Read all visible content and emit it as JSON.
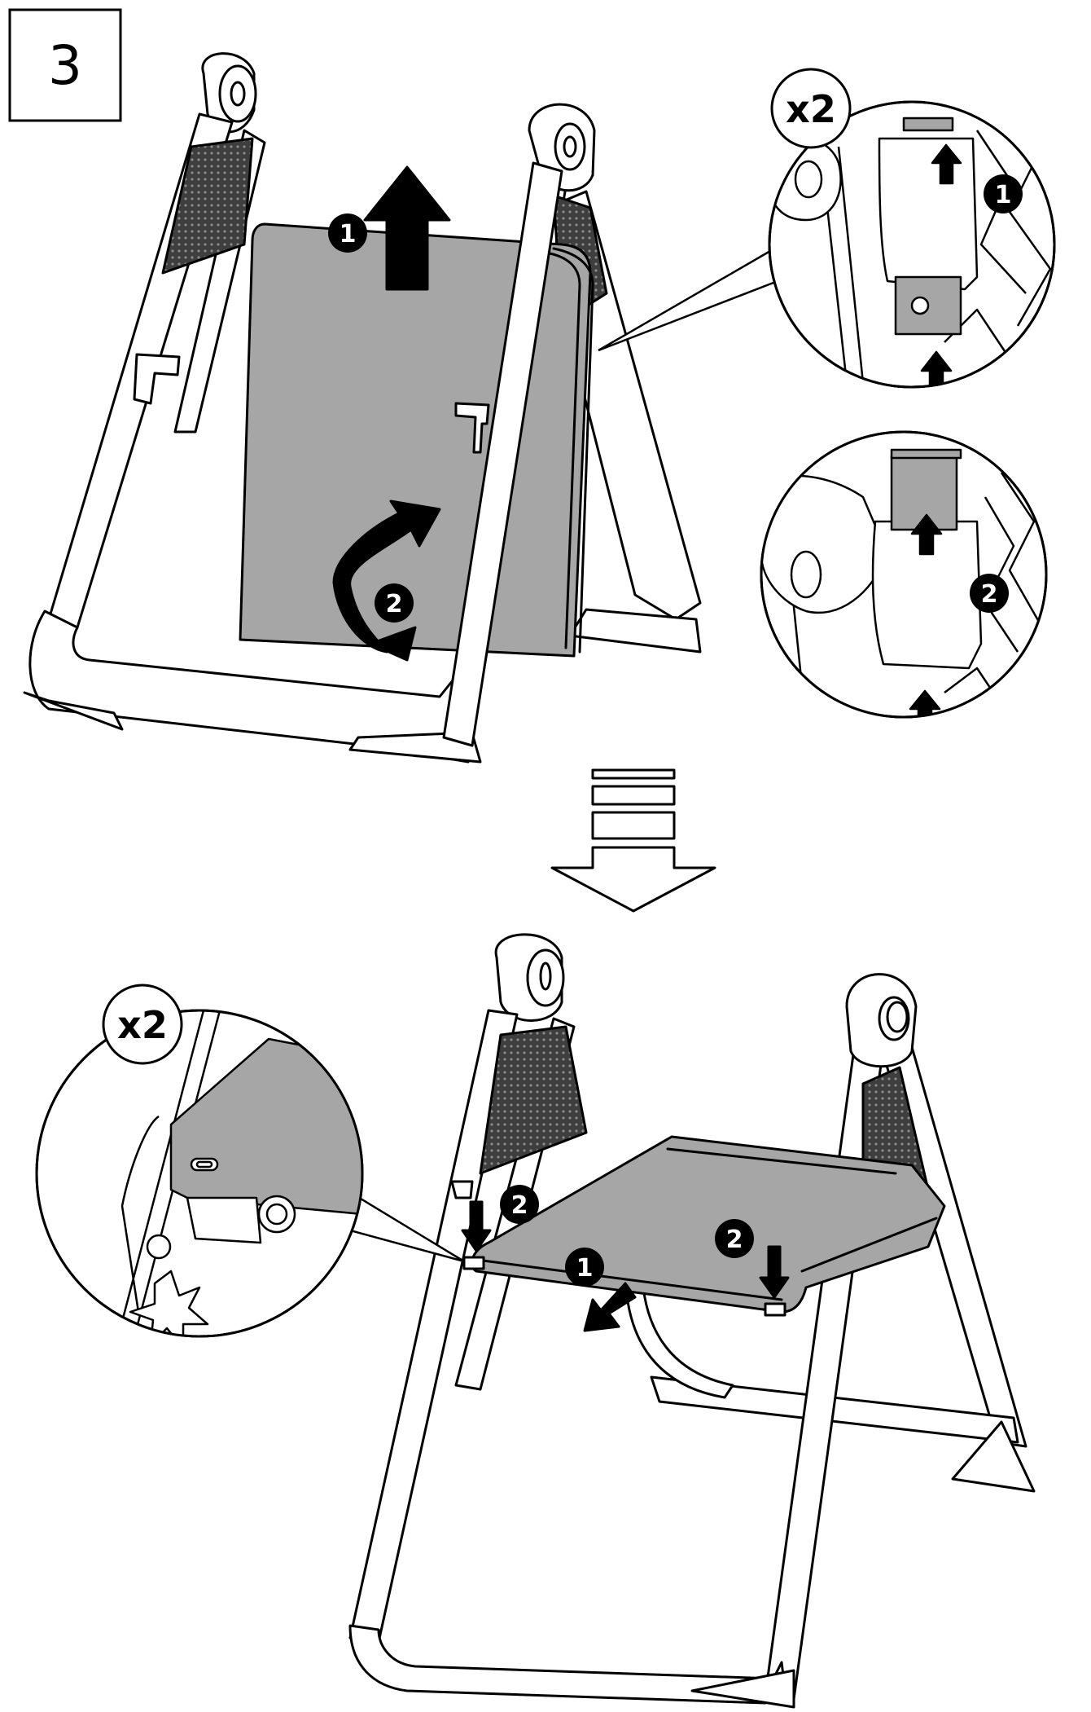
{
  "step": {
    "number": "3"
  },
  "top_detail": {
    "multiplier": "x2",
    "callout_1": "1",
    "callout_2": "2"
  },
  "top_scene": {
    "callout_1": "1",
    "callout_2": "2"
  },
  "bottom_detail": {
    "multiplier": "x2"
  },
  "bottom_scene": {
    "callout_1": "1",
    "callout_2_left": "2",
    "callout_2_right": "2"
  },
  "colors": {
    "tray_fill": "#a6a6a6",
    "mesh_fill": "#4a4a4a",
    "outline": "#000000",
    "callout_fill": "#000000"
  }
}
